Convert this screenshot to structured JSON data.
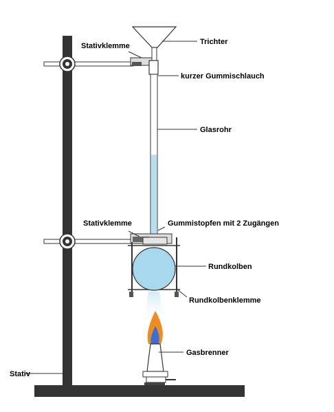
{
  "labels": {
    "trichter": "Trichter",
    "stativklemme_top": "Stativklemme",
    "gummischlauch": "kurzer Gummischlauch",
    "glasrohr": "Glasrohr",
    "stativklemme_mid": "Stativklemme",
    "gummistopfen": "Gummistopfen mit 2 Zugängen",
    "rundkolben": "Rundkolben",
    "rundkolbenklemme": "Rundkolbenklemme",
    "gasbrenner": "Gasbrenner",
    "stativ": "Stativ"
  },
  "colors": {
    "liquid": "#b8dff0",
    "flask": "#a8d8ee",
    "flame_outer": "#f08c1e",
    "flame_inner": "#3a6fd8",
    "stand": "#333333"
  }
}
